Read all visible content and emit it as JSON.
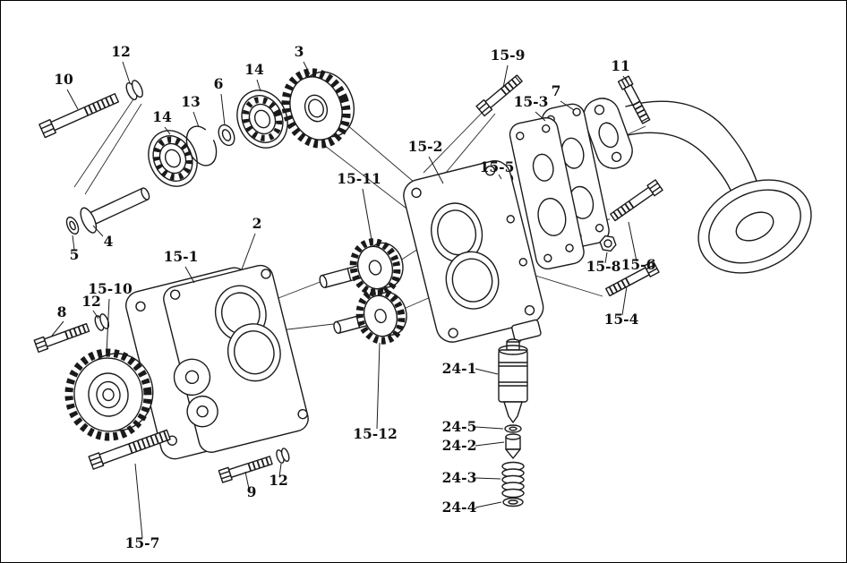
{
  "diagram": {
    "background_color": "#ffffff",
    "line_color": "#1a1a1a",
    "labels": {
      "p10": "10",
      "p12_top": "12",
      "p14_left": "14",
      "p13": "13",
      "p6": "6",
      "p14_right": "14",
      "p3": "3",
      "p4": "4",
      "p5": "5",
      "p15_9": "15-9",
      "p15_3": "15-3",
      "p7": "7",
      "p11": "11",
      "p15_2": "15-2",
      "p15_5": "15-5",
      "p15_11": "15-11",
      "p2": "2",
      "p15_1": "15-1",
      "p15_10": "15-10",
      "p12_mid": "12",
      "p8": "8",
      "p15_8": "15-8",
      "p15_6": "15-6",
      "p15_4": "15-4",
      "p24_1": "24-1",
      "p24_5": "24-5",
      "p24_2": "24-2",
      "p24_3": "24-3",
      "p24_4": "24-4",
      "p15_7": "15-7",
      "p9": "9",
      "p12_bottom": "12",
      "p15_12": "15-12"
    }
  }
}
